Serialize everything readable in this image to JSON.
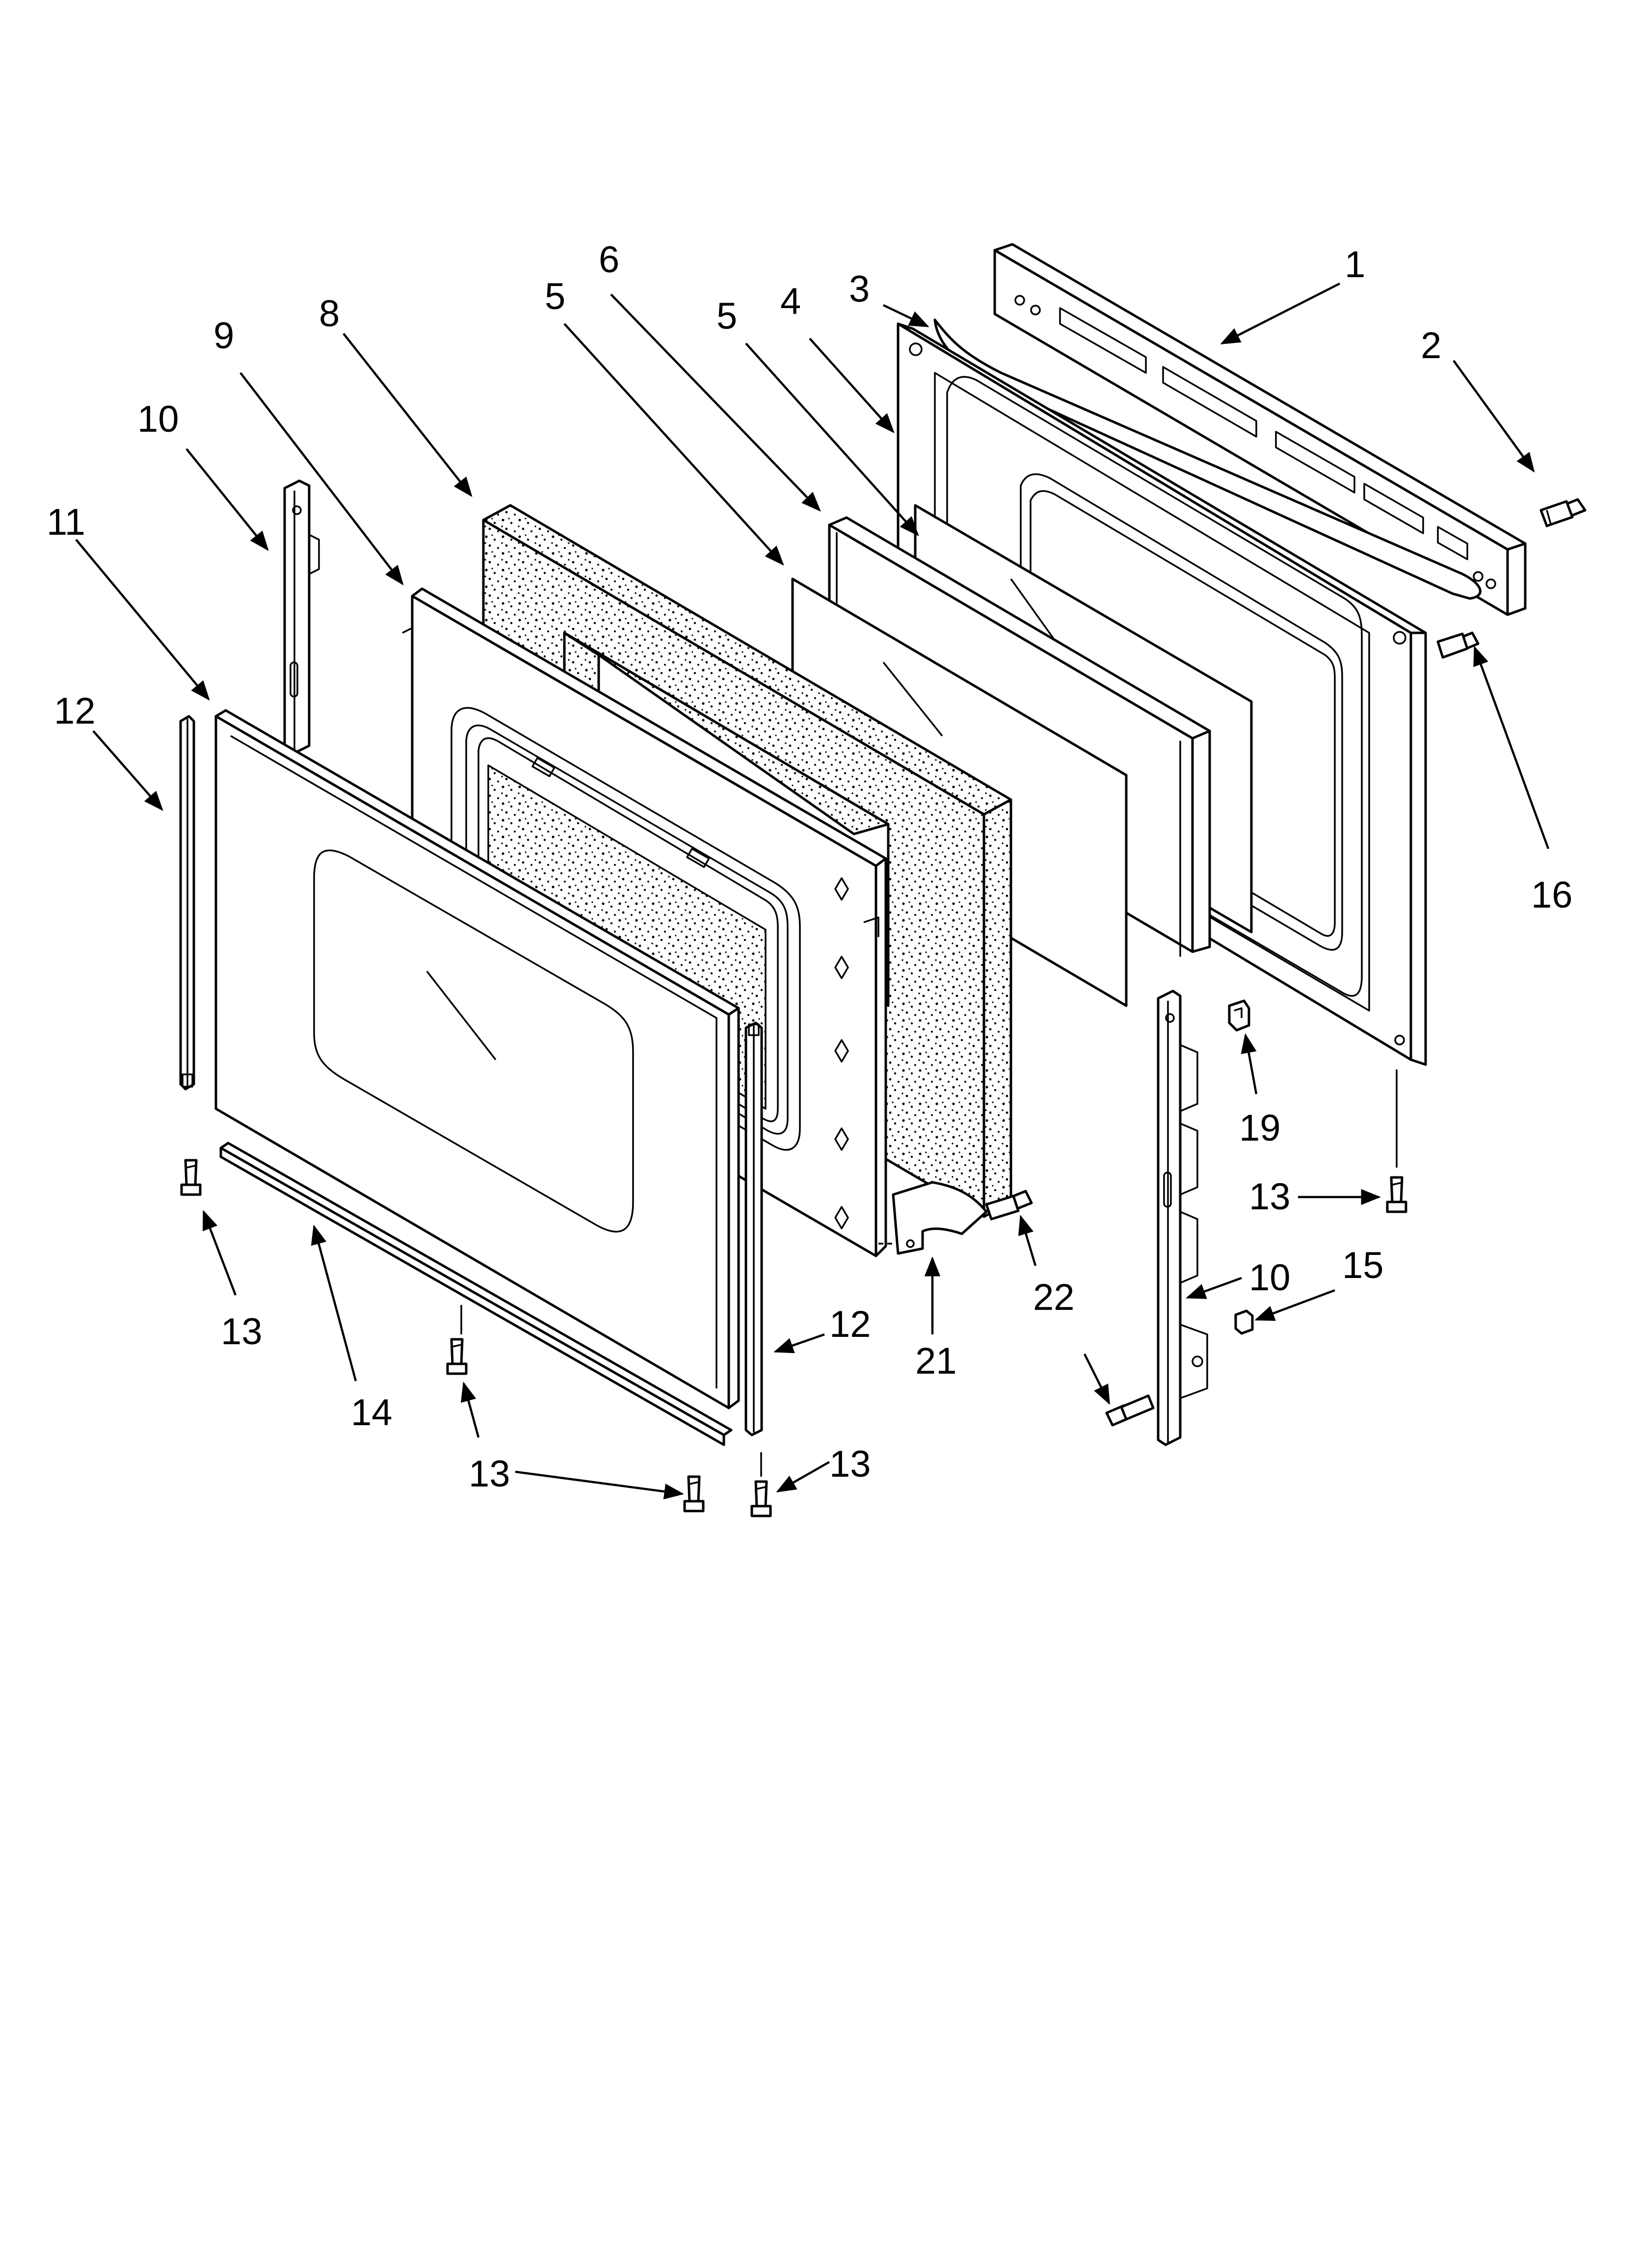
{
  "diagram": {
    "callouts": [
      {
        "id": "c1",
        "text": "1"
      },
      {
        "id": "c2",
        "text": "2"
      },
      {
        "id": "c3",
        "text": "3"
      },
      {
        "id": "c4",
        "text": "4"
      },
      {
        "id": "c5a",
        "text": "5"
      },
      {
        "id": "c5b",
        "text": "5"
      },
      {
        "id": "c6",
        "text": "6"
      },
      {
        "id": "c8",
        "text": "8"
      },
      {
        "id": "c9",
        "text": "9"
      },
      {
        "id": "c10a",
        "text": "10"
      },
      {
        "id": "c10b",
        "text": "10"
      },
      {
        "id": "c11",
        "text": "11"
      },
      {
        "id": "c12a",
        "text": "12"
      },
      {
        "id": "c12b",
        "text": "12"
      },
      {
        "id": "c13a",
        "text": "13"
      },
      {
        "id": "c13b",
        "text": "13"
      },
      {
        "id": "c13c",
        "text": "13"
      },
      {
        "id": "c13d",
        "text": "13"
      },
      {
        "id": "c14",
        "text": "14"
      },
      {
        "id": "c15",
        "text": "15"
      },
      {
        "id": "c16",
        "text": "16"
      },
      {
        "id": "c19",
        "text": "19"
      },
      {
        "id": "c21",
        "text": "21"
      },
      {
        "id": "c22",
        "text": "22"
      }
    ]
  },
  "style": {
    "line_color": "#000000",
    "background": "#ffffff"
  }
}
